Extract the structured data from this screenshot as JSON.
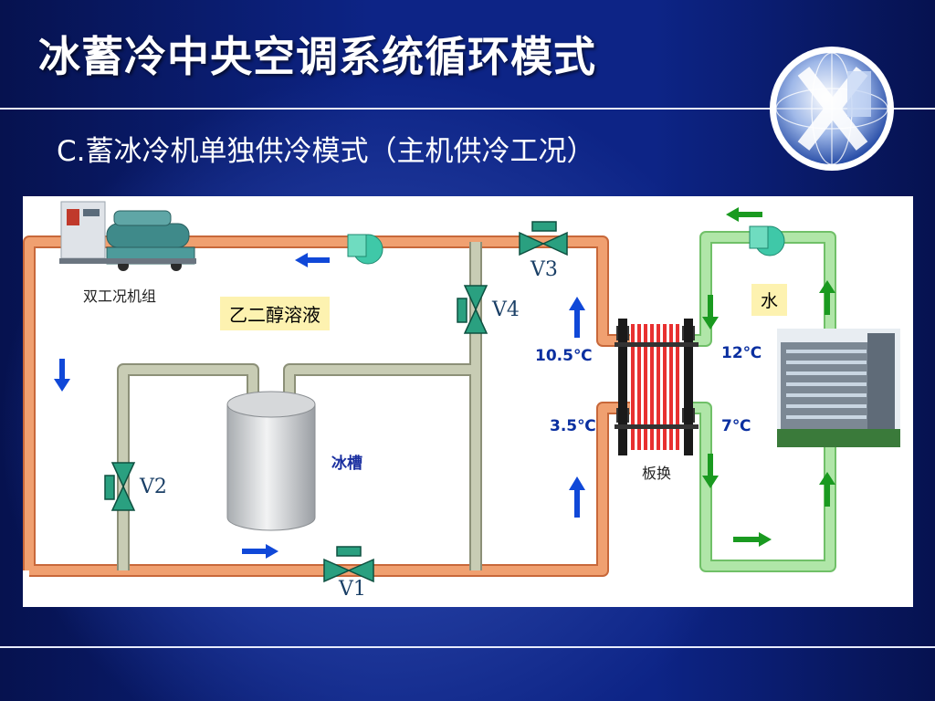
{
  "slide": {
    "title": "冰蓄冷中央空调系统循环模式",
    "subtitle": "C.蓄冰冷机单独供冷模式（主机供冷工况）"
  },
  "diagram": {
    "chiller_label": "双工况机组",
    "glycol_label": "乙二醇溶液",
    "ice_tank_label": "冰槽",
    "plate_hx_label": "板换",
    "water_label": "水",
    "valves": {
      "v1": "V1",
      "v2": "V2",
      "v3": "V3",
      "v4": "V4"
    },
    "temps": {
      "glycol_in": "10.5℃",
      "glycol_out": "3.5℃",
      "water_return": "12℃",
      "water_supply": "7℃"
    }
  },
  "colors": {
    "glycol_pipe": "#f0a070",
    "water_pipe": "#a8e0a0",
    "bypass_pipe": "#b4b8a0",
    "valve": "#2aa080",
    "arrow_blue": "#1048d8",
    "arrow_green": "#1a9a20",
    "hx_plates": "#e83030"
  },
  "icons": [
    "globe-logo-icon",
    "chiller-unit-icon",
    "pump-icon",
    "valve-icon",
    "ice-tank-icon",
    "plate-heat-exchanger-icon",
    "building-icon",
    "flow-arrow-icon"
  ]
}
